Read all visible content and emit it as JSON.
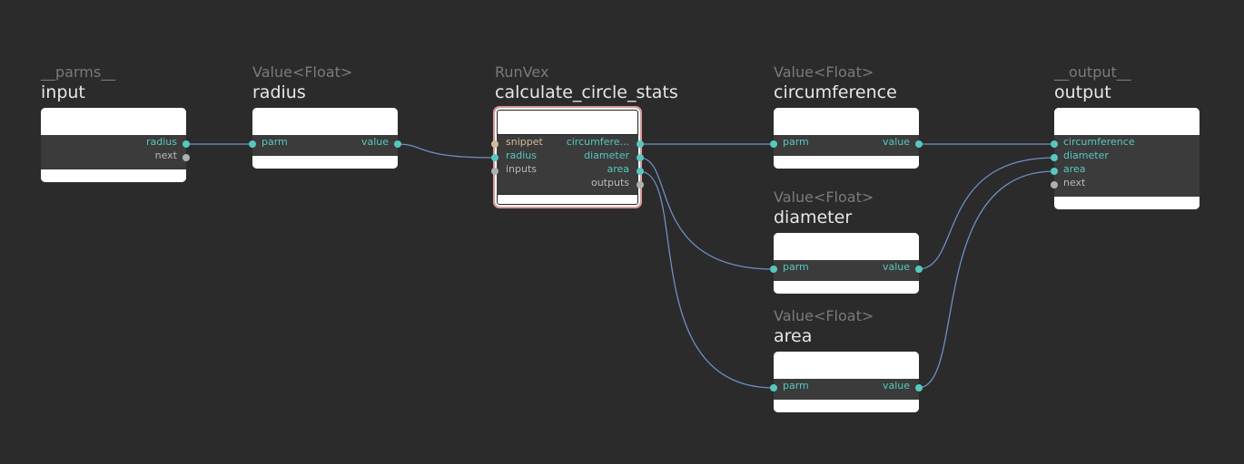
{
  "theme": {
    "background": "#2b2b2b",
    "wire_color": "#6f8fc4",
    "port_teal": "#56c8c0",
    "port_grey": "#b0b0b0",
    "port_tan": "#d6b89a",
    "selection_outline": "#d69a9a"
  },
  "nodes": {
    "input": {
      "type": "__parms__",
      "name": "input",
      "outputs": [
        {
          "label": "radius",
          "color": "teal"
        },
        {
          "label": "next",
          "color": "grey"
        }
      ]
    },
    "radius": {
      "type": "Value<Float>",
      "name": "radius",
      "inputs": [
        {
          "label": "parm",
          "color": "teal"
        }
      ],
      "outputs": [
        {
          "label": "value",
          "color": "teal"
        }
      ]
    },
    "calc": {
      "type": "RunVex",
      "name": "calculate_circle_stats",
      "selected": true,
      "inputs": [
        {
          "label": "snippet",
          "color": "tan"
        },
        {
          "label": "radius",
          "color": "teal"
        },
        {
          "label": "inputs",
          "color": "grey"
        }
      ],
      "outputs": [
        {
          "label": "circumfere...",
          "color": "teal"
        },
        {
          "label": "diameter",
          "color": "teal"
        },
        {
          "label": "area",
          "color": "teal"
        },
        {
          "label": "outputs",
          "color": "grey"
        }
      ]
    },
    "circumference": {
      "type": "Value<Float>",
      "name": "circumference",
      "inputs": [
        {
          "label": "parm",
          "color": "teal"
        }
      ],
      "outputs": [
        {
          "label": "value",
          "color": "teal"
        }
      ]
    },
    "diameter": {
      "type": "Value<Float>",
      "name": "diameter",
      "inputs": [
        {
          "label": "parm",
          "color": "teal"
        }
      ],
      "outputs": [
        {
          "label": "value",
          "color": "teal"
        }
      ]
    },
    "area": {
      "type": "Value<Float>",
      "name": "area",
      "inputs": [
        {
          "label": "parm",
          "color": "teal"
        }
      ],
      "outputs": [
        {
          "label": "value",
          "color": "teal"
        }
      ]
    },
    "output": {
      "type": "__output__",
      "name": "output",
      "inputs": [
        {
          "label": "circumference",
          "color": "teal"
        },
        {
          "label": "diameter",
          "color": "teal"
        },
        {
          "label": "area",
          "color": "teal"
        },
        {
          "label": "next",
          "color": "grey"
        }
      ]
    }
  }
}
